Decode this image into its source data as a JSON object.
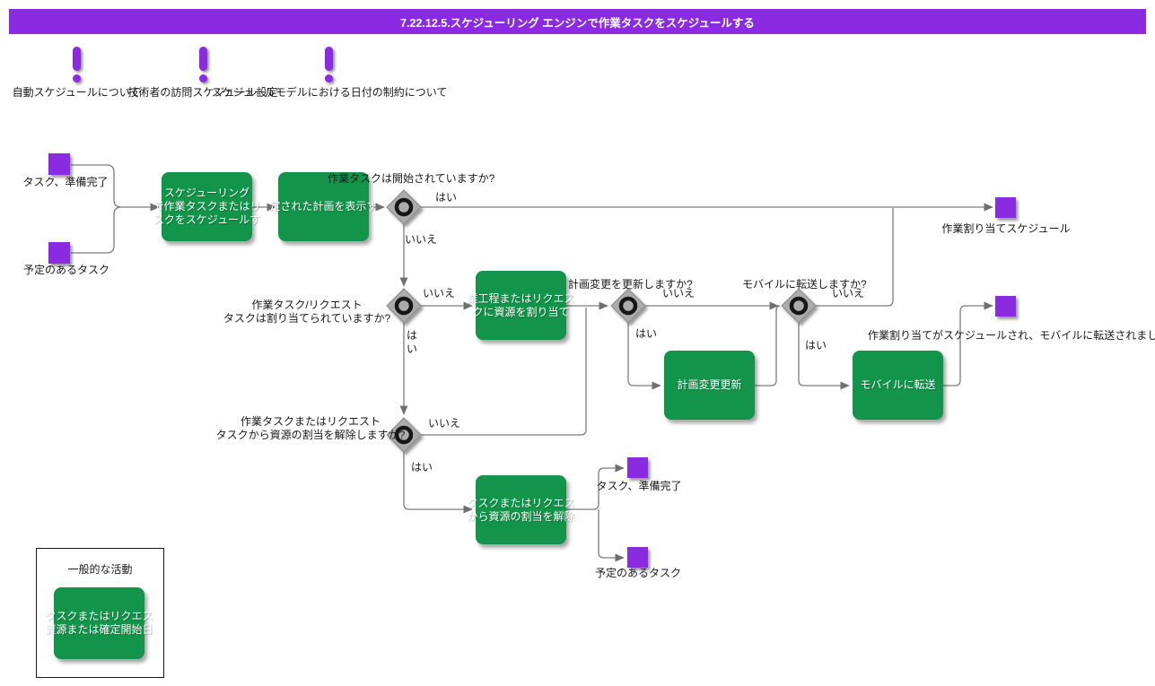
{
  "title": "7.22.12.5.スケジューリング エンジンで作業タスクをスケジュールする",
  "notes": [
    "自動スケジュールについて",
    "技術者の訪問スケジュール設定",
    "スケジュールモデルにおける日付の制約について"
  ],
  "start_events": [
    {
      "label": "タスク、準備完了"
    },
    {
      "label": "予定のあるタスク"
    }
  ],
  "activities": {
    "schedule": {
      "lines": [
        "スケジューリング",
        "で作業タスクまたはリ",
        "スクをスケジュールす"
      ]
    },
    "display_plan": {
      "lines": [
        "定された計画を表示す"
      ]
    },
    "assign_resource": {
      "lines": [
        "業工程またはリクエス",
        "クに資源を割り当て"
      ]
    },
    "update_plan": {
      "lines": [
        "計画変更更新"
      ]
    },
    "transfer_mobile": {
      "lines": [
        "モバイルに転送"
      ]
    },
    "unassign": {
      "lines": [
        "タスクまたはリクエス",
        "から資源の割当を解除"
      ]
    }
  },
  "decisions": {
    "started": {
      "question": "作業タスクは開始されていますか?",
      "yes": "はい",
      "no": "いいえ"
    },
    "assigned": {
      "question_line1": "作業タスク/リクエスト",
      "question_line2": "タスクは割り当てられていますか?",
      "yes": "はい",
      "no": "いいえ"
    },
    "update": {
      "question": "計画変更を更新しますか?",
      "yes": "はい",
      "no": "いいえ"
    },
    "transfer": {
      "question": "モバイルに転送しますか?",
      "yes": "はい",
      "no": "いいえ"
    },
    "unassign": {
      "question_line1": "作業タスクまたはリクエスト",
      "question_line2": "タスクから資源の割当を解除しますか?",
      "yes": "はい",
      "no": "いいえ"
    }
  },
  "end_events": {
    "scheduled": {
      "label": "作業割り当てスケジュール"
    },
    "transferred": {
      "label": "作業割り当てがスケジュールされ、モバイルに転送されました"
    },
    "task_ready": {
      "label": "タスク、準備完了"
    },
    "scheduled_task": {
      "label": "予定のあるタスク"
    }
  },
  "legend": {
    "title": "一般的な活動",
    "lines": [
      "タスクまたはリクエス",
      "資源または確定開始日"
    ]
  },
  "colors": {
    "purple": "#8a2be2",
    "green": "#12954a",
    "line": "#7d7d7d",
    "diamond_fill": "#ababab",
    "text": "#1a1a1a"
  }
}
